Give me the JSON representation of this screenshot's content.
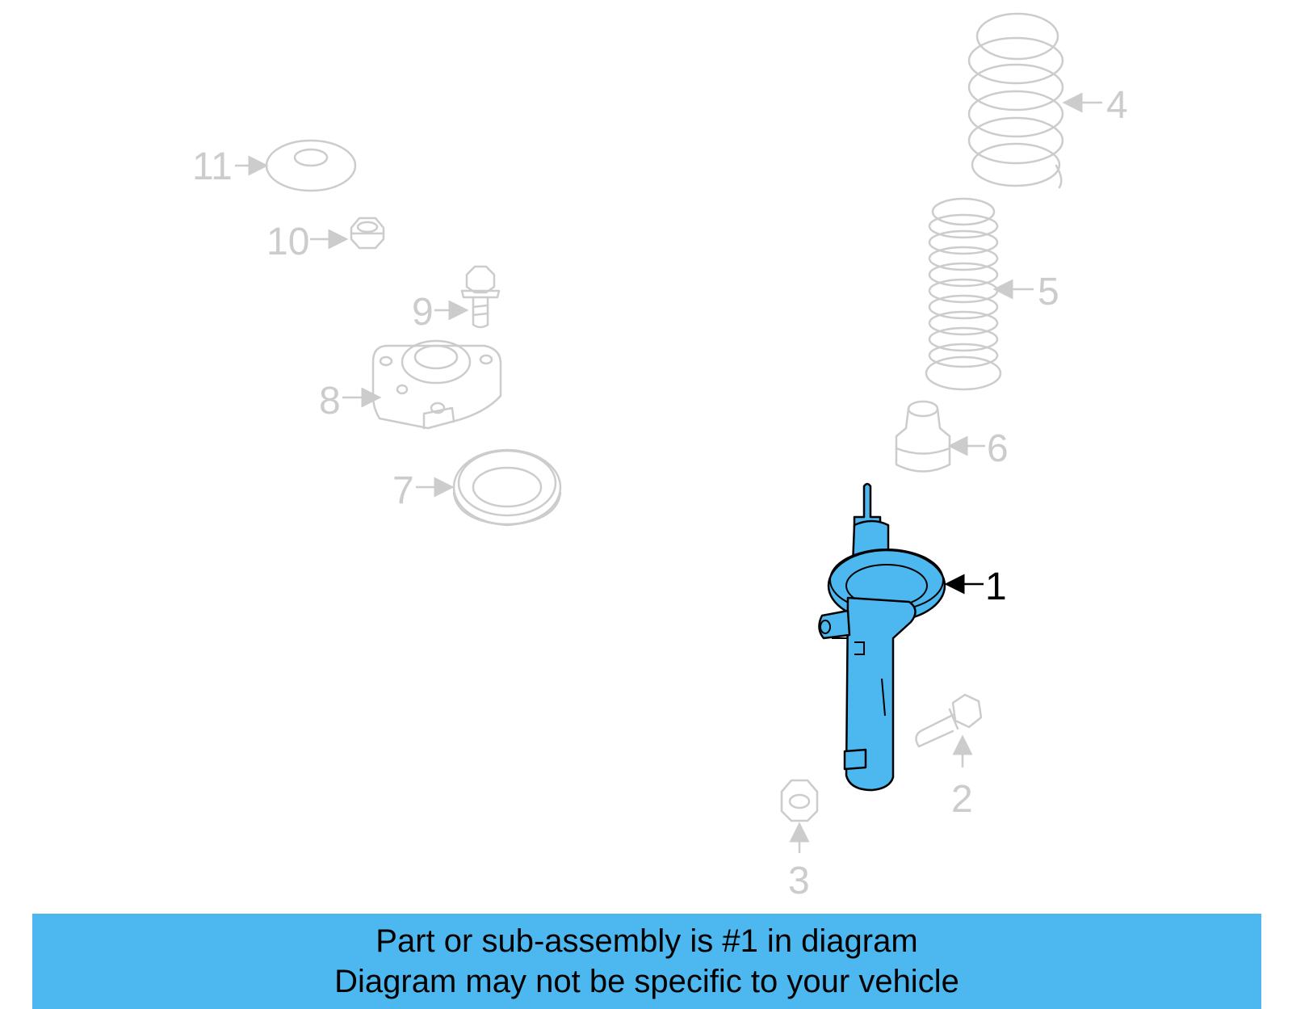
{
  "colors": {
    "highlight": "#4db8f0",
    "ghost_stroke": "#cccccc",
    "active_stroke": "#000000"
  },
  "callouts": [
    {
      "num": "1",
      "part": "strut-assembly",
      "highlighted": true
    },
    {
      "num": "2",
      "part": "bolt"
    },
    {
      "num": "3",
      "part": "nut"
    },
    {
      "num": "4",
      "part": "coil-spring"
    },
    {
      "num": "5",
      "part": "dust-boot"
    },
    {
      "num": "6",
      "part": "bump-stop"
    },
    {
      "num": "7",
      "part": "spring-seat"
    },
    {
      "num": "8",
      "part": "upper-mount"
    },
    {
      "num": "9",
      "part": "mount-bolt"
    },
    {
      "num": "10",
      "part": "mount-nut"
    },
    {
      "num": "11",
      "part": "washer"
    }
  ],
  "banner": {
    "line1": "Part or sub-assembly is #1 in diagram",
    "line2": "Diagram may not be specific to your vehicle"
  }
}
